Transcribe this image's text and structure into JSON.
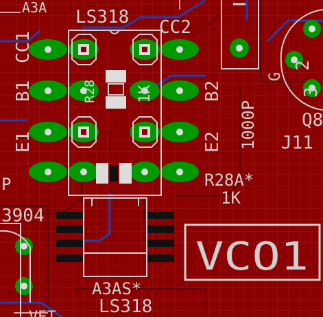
{
  "colors": {
    "board": "#8b0000",
    "grid": "#a52a2a",
    "copper_top": "#b30000",
    "copper_bottom": "#1f3fb0",
    "pad": "#009900",
    "drill": "#cccccc",
    "silkscreen": "#cfcfcf",
    "unrouted": "#ffffff"
  },
  "labels": {
    "a3a_top": "A3A",
    "ls318_top": "LS318",
    "cc1": "CC1",
    "b1": "B1",
    "e1": "E1",
    "cc2": "CC2",
    "b2": "B2",
    "e2": "E2",
    "r28": "R28",
    "r28_value": "1K",
    "cap_value": "1000P",
    "g": "G",
    "pin2": "2",
    "pin3": "3",
    "q8": "Q8",
    "j11": "J11",
    "r28a": "R28A*",
    "r28a_value": "1K",
    "p_left": "P",
    "part_3904": "3904",
    "vco1": "VCO1",
    "a3as": "A3AS*",
    "ls318_bottom": "LS318",
    "vet": "VET"
  }
}
